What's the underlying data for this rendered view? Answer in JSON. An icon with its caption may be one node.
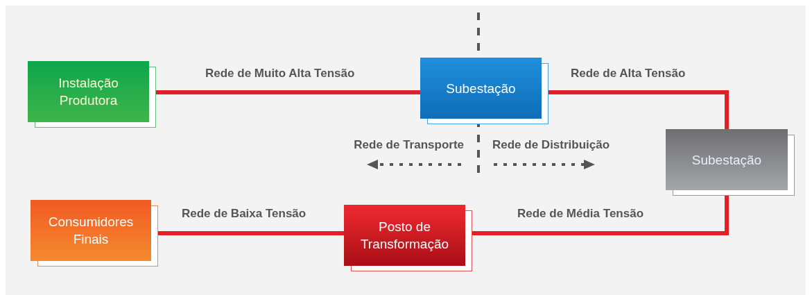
{
  "diagram": {
    "nodes": [
      {
        "text": [
          "Instalação Produtora"
        ]
      },
      {
        "text": [
          "Subestação"
        ]
      },
      {
        "text": [
          "Subestação"
        ]
      },
      {
        "text": [
          "Posto de Transformação"
        ]
      },
      {
        "text": [
          "Consumidores Finais"
        ]
      }
    ],
    "edges": [
      {
        "from": 0,
        "to": 1,
        "arrow": "none",
        "label": "Rede de Muito Alta Tensão"
      },
      {
        "from": 1,
        "to": 2,
        "arrow": "none",
        "label": "Rede de Alta Tensão"
      },
      {
        "from": 2,
        "to": 3,
        "arrow": "none",
        "label": "Rede de Média Tensão"
      },
      {
        "from": 3,
        "to": 4,
        "arrow": "none",
        "label": "Rede de Baixa Tensão"
      }
    ],
    "labels": [
      "Rede de Transporte",
      "Rede de Distribuição"
    ]
  }
}
